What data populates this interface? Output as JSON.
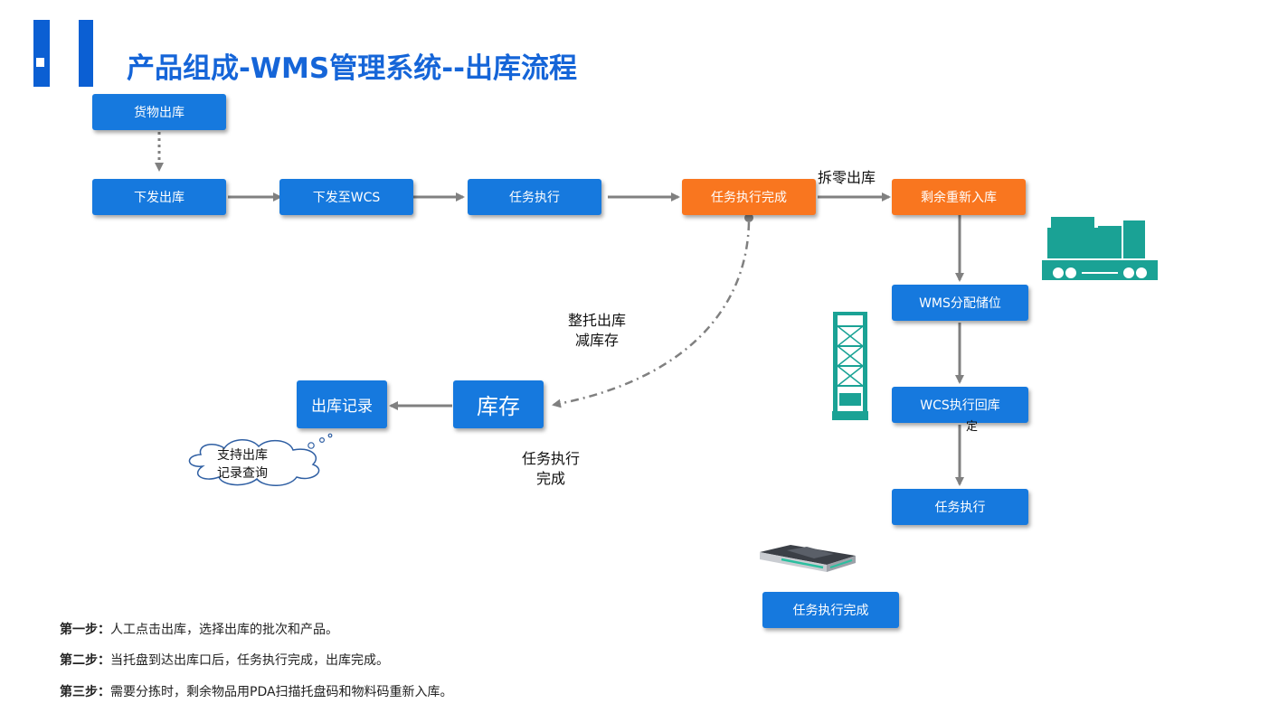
{
  "header": {
    "title": "产品组成-WMS管理系统--出库流程",
    "accent_color": "#1565d8"
  },
  "flow": {
    "goods_outbound": "货物出库",
    "issue_outbound": "下发出库",
    "issue_to_wcs": "下发至WCS",
    "task_exec_1": "任务执行",
    "task_done_orange": "任务执行完成",
    "split_outbound_label": "拆零出库",
    "remaining_reinbound": "剩余重新入库",
    "wms_assign_location": "WMS分配储位",
    "wcs_exec_return": "WCS执行回库",
    "task_exec_2": "任务执行",
    "task_done_bottom": "任务执行完成",
    "inventory": "库存",
    "outbound_record": "出库记录",
    "whole_pallet_line1": "整托出库",
    "whole_pallet_line2": "减库存",
    "task_done_line1": "任务执行",
    "task_done_line2": "完成",
    "cloud_line1": "支持出库",
    "cloud_line2": "记录查询",
    "fragment_text": "定"
  },
  "steps": [
    {
      "label": "第一步：",
      "text": "人工点击出库，选择出库的批次和产品。"
    },
    {
      "label": "第二步：",
      "text": "当托盘到达出库口后，任务执行完成，出库完成。"
    },
    {
      "label": "第三步：",
      "text": "需要分拣时，剩余物品用PDA扫描托盘码和物料码重新入库。"
    }
  ],
  "colors": {
    "blue_box": "#1679de",
    "orange_box": "#f9761f",
    "arrow": "#808080",
    "teal_equipment": "#1aa295"
  },
  "icons": [
    "agv-cart-icon",
    "stacker-crane-icon",
    "shuttle-robot-icon",
    "thought-cloud-icon"
  ]
}
